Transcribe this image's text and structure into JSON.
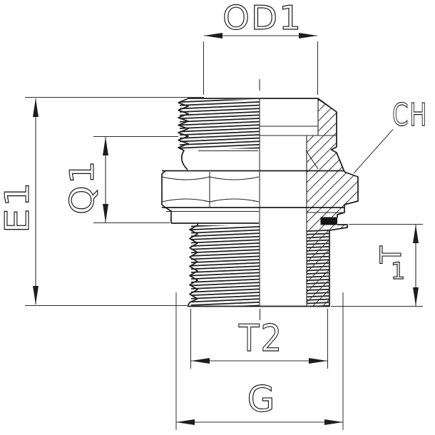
{
  "drawing": {
    "title": "Threaded adapter fitting dimensional drawing",
    "view": "half-section technical drawing",
    "line_color": "#1d1d1d",
    "dim_color": "#2e2e2e",
    "seal_color": "#141414",
    "background": "#ffffff",
    "dimensions": {
      "od1": {
        "label": "OD1",
        "orientation": "horizontal-top"
      },
      "ch": {
        "label": "CH",
        "orientation": "leader-top-right"
      },
      "e1": {
        "label": "E1",
        "orientation": "vertical-left-outer"
      },
      "q1": {
        "label": "Q1",
        "orientation": "vertical-left-inner"
      },
      "t1": {
        "label": "T1",
        "glyph_top": "T",
        "glyph_bottom": "1",
        "orientation": "vertical-right"
      },
      "t2": {
        "label": "T2",
        "orientation": "horizontal-bottom-inner"
      },
      "g": {
        "label": "G",
        "orientation": "horizontal-bottom-outer"
      }
    }
  }
}
